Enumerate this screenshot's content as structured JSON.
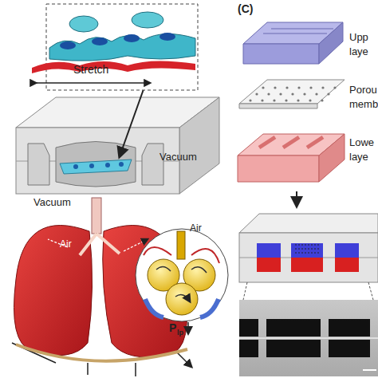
{
  "diagram": {
    "labels": [
      "Stretch",
      "Vacuum",
      "Vacuum",
      "Air",
      "Air",
      "P",
      "lp",
      "(C)",
      "Upp",
      "laye",
      "Porou",
      "memb",
      "Lowe",
      "laye"
    ]
  }
}
